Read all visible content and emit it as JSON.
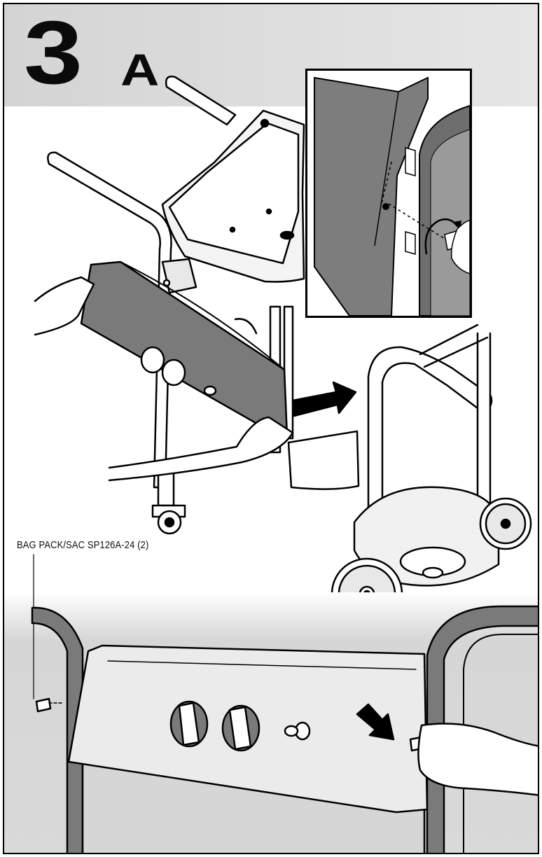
{
  "step": {
    "number": "3",
    "letter": "A"
  },
  "callout": {
    "label": "BAG PACK/SAC SP126A-24 (2)"
  },
  "icons": [
    "rotate-arrow-icon",
    "push-arrow-icon",
    "pull-arrow-icon"
  ]
}
